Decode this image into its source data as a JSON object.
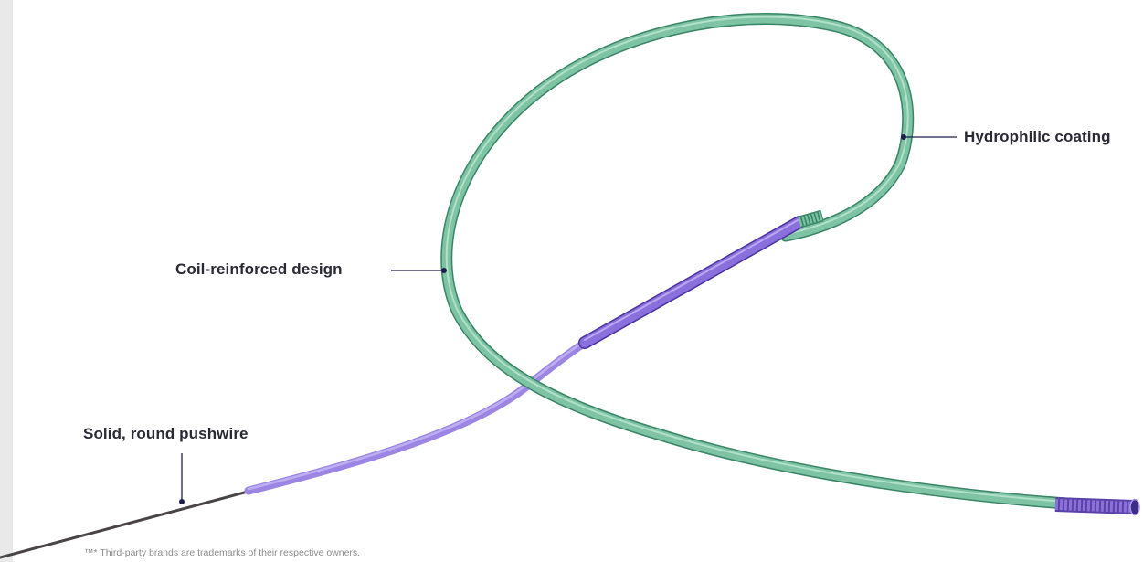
{
  "callouts": {
    "hydrophilic": "Hydrophilic coating",
    "coil": "Coil-reinforced design",
    "pushwire": "Solid, round pushwire"
  },
  "footnote": "™* Third-party brands are trademarks of their respective owners.",
  "colors": {
    "coil_green": "#6fb89a",
    "coil_dark": "#3f8a6e",
    "purple_segment": "#7a5fc8",
    "purple_light": "#a995e6",
    "pushwire": "#4a4446",
    "callout_dot": "#1d1f4a",
    "label_text": "#2a2a35",
    "background_strip": "#e9e9e9"
  }
}
